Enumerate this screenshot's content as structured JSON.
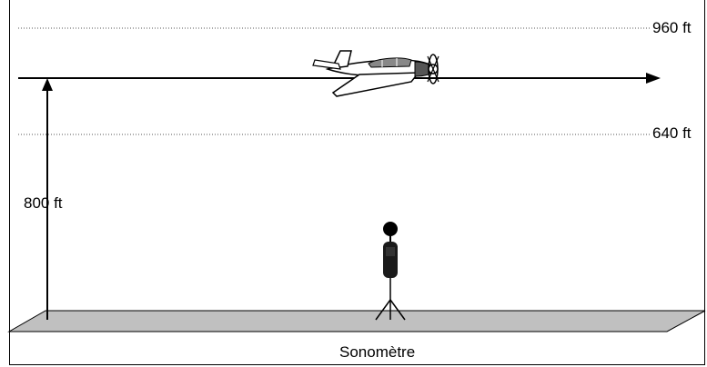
{
  "labels": {
    "upper_altitude": "960 ft",
    "lower_altitude": "640 ft",
    "flight_altitude": "800 ft",
    "sound_meter": "Sonomètre"
  },
  "colors": {
    "ground": "#c0c0c0",
    "line": "#000000",
    "dotted": "#555555"
  },
  "icons": [
    "airplane-icon",
    "sound-level-meter-icon"
  ]
}
